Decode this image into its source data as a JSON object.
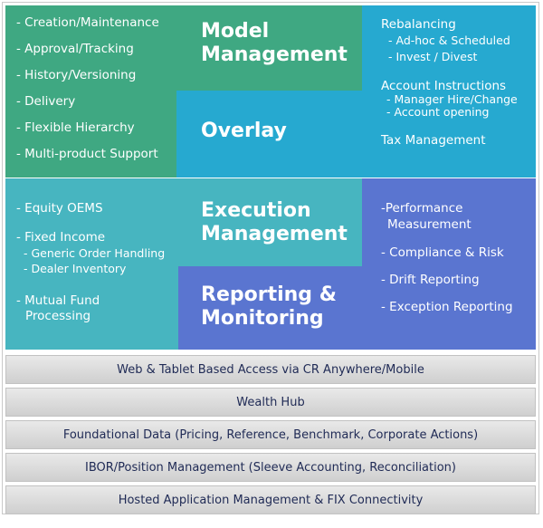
{
  "colors": {
    "model": "#3fa882",
    "overlay": "#26a9d0",
    "execution": "#47b5c0",
    "reporting": "#5a75d0",
    "bar_text": "#1f2a55"
  },
  "model_management": {
    "title_line1": "Model",
    "title_line2": "Management",
    "items": [
      "- Creation/Maintenance",
      "- Approval/Tracking",
      "- History/Versioning",
      "- Delivery",
      "- Flexible Hierarchy",
      "- Multi-product Support"
    ]
  },
  "overlay": {
    "title": "Overlay",
    "rebalancing": "Rebalancing",
    "rebalancing_items": [
      "- Ad-hoc & Scheduled",
      "- Invest / Divest"
    ],
    "account_instructions": "Account Instructions",
    "account_items": [
      "- Manager Hire/Change",
      "- Account opening"
    ],
    "tax_management": "Tax Management"
  },
  "execution_management": {
    "title_line1": "Execution",
    "title_line2": "Management",
    "equity": "- Equity OEMS",
    "fixed_income": "- Fixed Income",
    "fixed_income_items": [
      "- Generic Order Handling",
      "- Dealer Inventory"
    ],
    "mutual_fund_line1": "- Mutual Fund",
    "mutual_fund_line2": "Processing"
  },
  "reporting_monitoring": {
    "title_line1": "Reporting &",
    "title_line2": "Monitoring",
    "performance_line1": "-Performance",
    "performance_line2": "Measurement",
    "items": [
      "- Compliance & Risk",
      "- Drift Reporting",
      "- Exception Reporting"
    ]
  },
  "foundation_bars": [
    "Web & Tablet Based Access via CR Anywhere/Mobile",
    "Wealth Hub",
    "Foundational Data (Pricing, Reference, Benchmark, Corporate Actions)",
    "IBOR/Position Management (Sleeve Accounting, Reconciliation)",
    "Hosted Application Management & FIX Connectivity"
  ]
}
